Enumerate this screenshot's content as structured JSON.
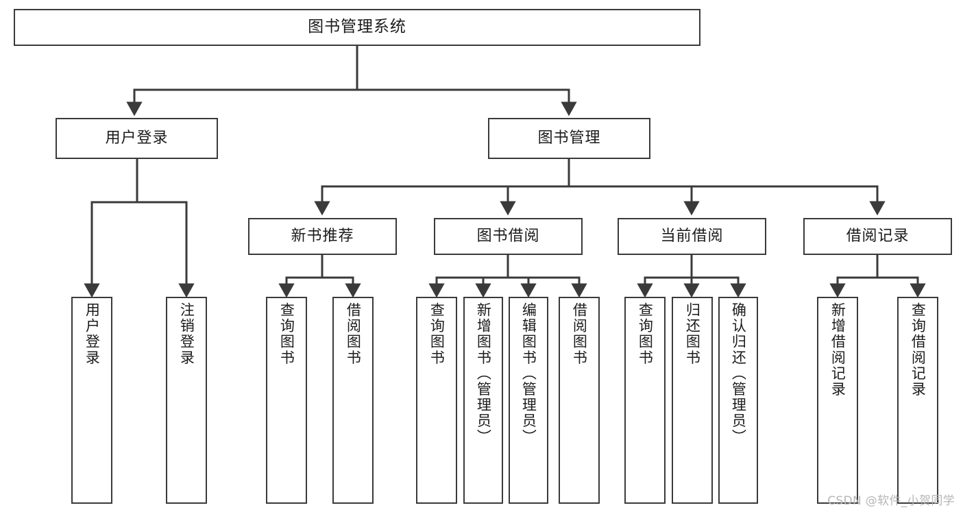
{
  "diagram": {
    "title": "图书管理系统",
    "type": "function-structure-tree",
    "background_color": "#ffffff",
    "line_color": "#3a3a3a",
    "text_color": "#1b1b1b"
  },
  "nodes": {
    "root": {
      "label": "图书管理系统"
    },
    "level1": [
      {
        "id": "user-login",
        "label": "用户登录"
      },
      {
        "id": "book-manage",
        "label": "图书管理"
      }
    ],
    "level2": [
      {
        "id": "new-book-recommend",
        "label": "新书推荐"
      },
      {
        "id": "book-borrow",
        "label": "图书借阅"
      },
      {
        "id": "current-borrow",
        "label": "当前借阅"
      },
      {
        "id": "borrow-record",
        "label": "借阅记录"
      }
    ],
    "leaves": {
      "user_login": [
        {
          "id": "leaf-user-login",
          "label": "用户登录"
        },
        {
          "id": "leaf-logout-login",
          "label": "注销登录"
        }
      ],
      "new_book_recommend": [
        {
          "id": "leaf-query-book-1",
          "label": "查询图书"
        },
        {
          "id": "leaf-borrow-book-1",
          "label": "借阅图书"
        }
      ],
      "book_borrow": [
        {
          "id": "leaf-query-book-2",
          "label": "查询图书"
        },
        {
          "id": "leaf-add-book",
          "label": "新增图书（管理员）"
        },
        {
          "id": "leaf-edit-book",
          "label": "编辑图书（管理员）"
        },
        {
          "id": "leaf-borrow-book-2",
          "label": "借阅图书"
        }
      ],
      "current_borrow": [
        {
          "id": "leaf-query-book-3",
          "label": "查询图书"
        },
        {
          "id": "leaf-return-book",
          "label": "归还图书"
        },
        {
          "id": "leaf-confirm-return",
          "label": "确认归还（管理员）"
        }
      ],
      "borrow_record": [
        {
          "id": "leaf-add-record",
          "label": "新增借阅记录"
        },
        {
          "id": "leaf-query-record",
          "label": "查询借阅记录"
        }
      ]
    }
  },
  "watermark": {
    "text": "CSDN @软件_小贺同学"
  }
}
